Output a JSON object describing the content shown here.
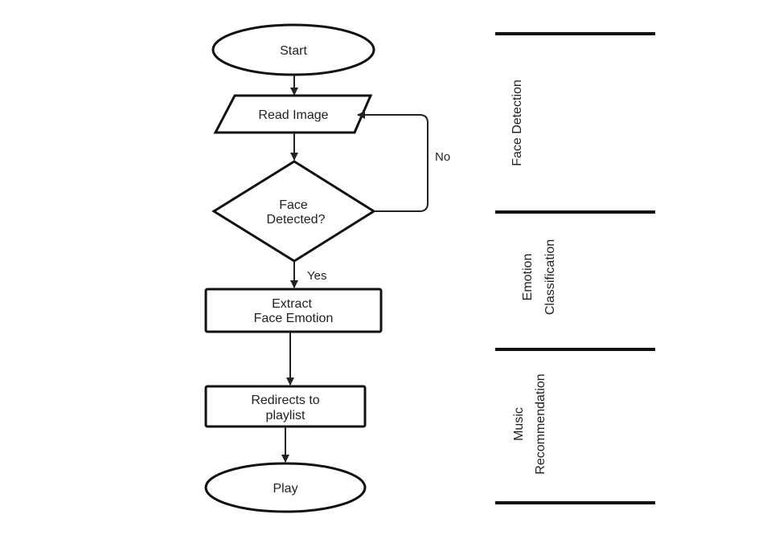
{
  "flowchart": {
    "nodes": {
      "start": {
        "label": "Start",
        "shape": "ellipse"
      },
      "read_image": {
        "label": "Read Image",
        "shape": "parallelogram"
      },
      "face_detected": {
        "label_line1": "Face",
        "label_line2": "Detected?",
        "shape": "diamond"
      },
      "extract_emotion": {
        "label_line1": "Extract",
        "label_line2": "Face Emotion",
        "shape": "rectangle"
      },
      "redirect": {
        "label_line1": "Redirects to",
        "label_line2": "playlist",
        "shape": "rectangle"
      },
      "play": {
        "label": "Play",
        "shape": "ellipse"
      }
    },
    "edges": {
      "no_label": "No",
      "yes_label": "Yes"
    }
  },
  "stages": {
    "face_detection": {
      "label": "Face Detection"
    },
    "emotion_classification": {
      "label_line1": "Emotion",
      "label_line2": "Classification"
    },
    "music_recommendation": {
      "label_line1": "Music",
      "label_line2": "Recommendation"
    }
  },
  "colors": {
    "stroke": "#111111",
    "text": "#222222",
    "background": "#ffffff"
  }
}
